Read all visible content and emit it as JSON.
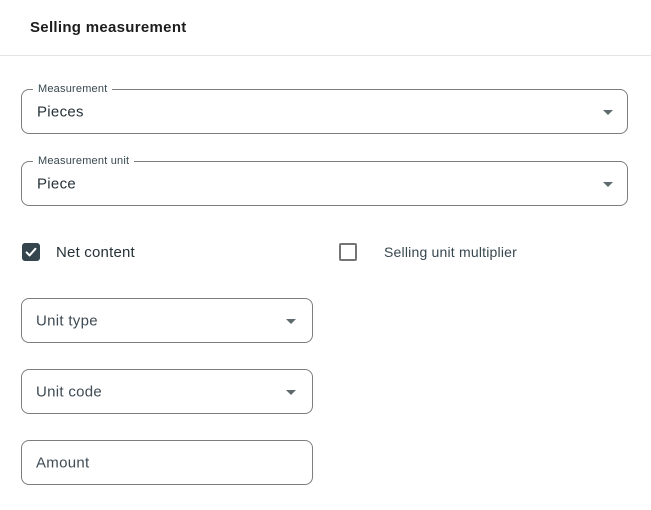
{
  "header": {
    "title": "Selling measurement"
  },
  "fields": {
    "measurement": {
      "label": "Measurement",
      "value": "Pieces"
    },
    "measurement_unit": {
      "label": "Measurement unit",
      "value": "Piece"
    },
    "unit_type": {
      "placeholder": "Unit type"
    },
    "unit_code": {
      "placeholder": "Unit code"
    },
    "amount": {
      "placeholder": "Amount"
    }
  },
  "checkboxes": {
    "net_content": {
      "label": "Net content",
      "checked": true
    },
    "selling_unit_multiplier": {
      "label": "Selling unit multiplier",
      "checked": false
    }
  },
  "icons": {
    "dropdown": "chevron-down-icon",
    "check": "check-icon"
  },
  "colors": {
    "checkbox_checked_bg": "#34454e",
    "field_border": "#7d7d7d",
    "label_text": "#37474f",
    "value_text": "#263238",
    "divider": "#e4e4e4",
    "title_text": "#1d1d1d",
    "background": "#ffffff"
  }
}
